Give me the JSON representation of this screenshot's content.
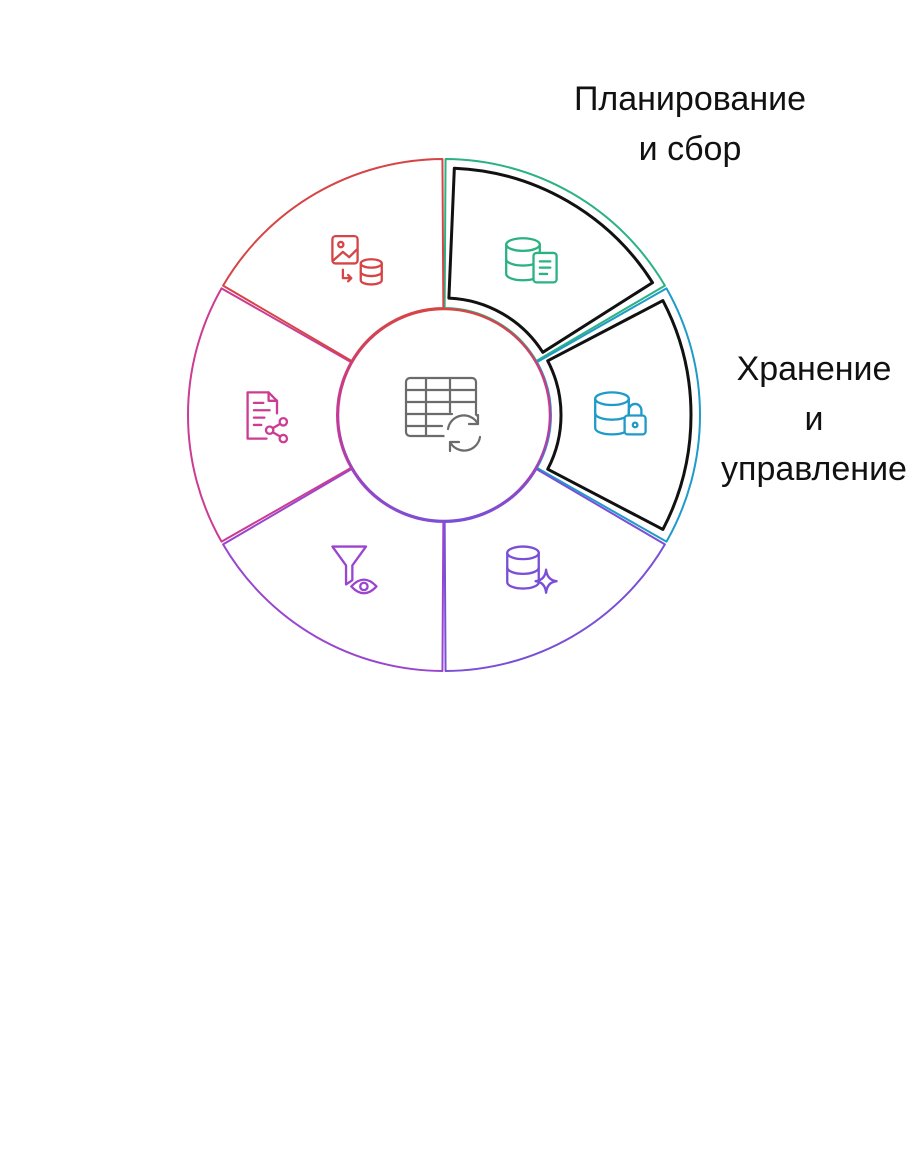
{
  "diagram": {
    "center": {
      "icon": "table-sync-icon",
      "color": "#6b6b6b"
    },
    "segments": [
      {
        "id": "planning",
        "label_lines": [
          "Планирование",
          "и сбор"
        ],
        "icon": "database-document-icon",
        "color": "#2bb283",
        "highlighted": true
      },
      {
        "id": "storage",
        "label_lines": [
          "Хранение",
          "и",
          "управление"
        ],
        "icon": "database-lock-icon",
        "color": "#1f9ac9",
        "highlighted": true
      },
      {
        "id": "processing",
        "label_lines": [],
        "icon": "database-sparkle-icon",
        "color": "#7a4fd6",
        "highlighted": false
      },
      {
        "id": "analysis",
        "label_lines": [],
        "icon": "filter-eye-icon",
        "color": "#9a45cf",
        "highlighted": false
      },
      {
        "id": "sharing",
        "label_lines": [],
        "icon": "document-share-icon",
        "color": "#cc3c92",
        "highlighted": false
      },
      {
        "id": "archiving",
        "label_lines": [],
        "icon": "image-to-database-icon",
        "color": "#d64545",
        "highlighted": false
      }
    ],
    "highlight_border_color": "#111111"
  }
}
